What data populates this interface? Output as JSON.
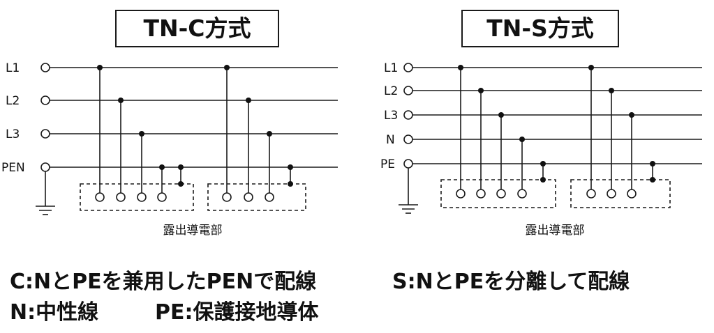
{
  "tnc": {
    "title": "TN-C方式",
    "lines": [
      "L1",
      "L2",
      "L3",
      "PEN"
    ],
    "exposed_label": "露出導電部"
  },
  "tns": {
    "title": "TN-S方式",
    "lines": [
      "L1",
      "L2",
      "L3",
      "N",
      "PE"
    ],
    "exposed_label": "露出導電部"
  },
  "legend": {
    "c": "C:NとPEを兼用したPENで配線",
    "s": "S:NとPEを分離して配線",
    "n": "N:中性線",
    "pe": "PE:保護接地導体"
  },
  "colors": {
    "stroke": "#1a1a1a",
    "text": "#111111",
    "background": "#ffffff"
  }
}
